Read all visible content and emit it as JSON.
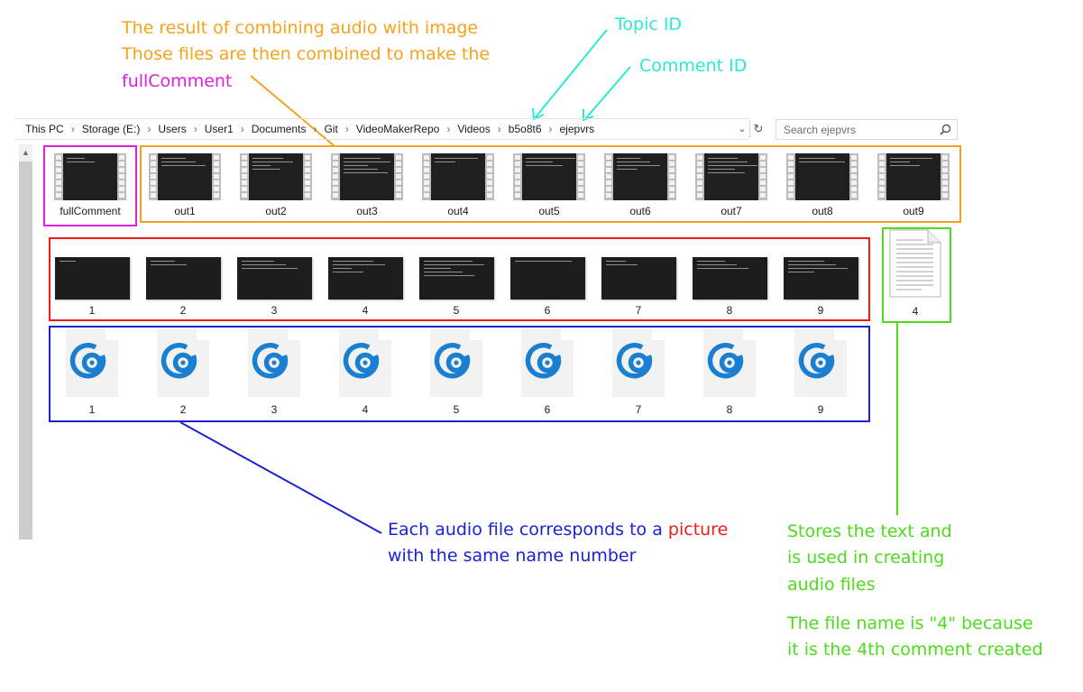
{
  "annotations": {
    "result_line1": "The result of combining audio with image",
    "result_line2": "Those files are then combined to make the",
    "result_line3": "fullComment",
    "topic_id": "Topic ID",
    "comment_id": "Comment ID",
    "audio_note_line1_a": "Each audio file corresponds to a ",
    "audio_note_line1_b": "picture",
    "audio_note_line2": "with the same name number",
    "text_note_line1": "Stores the text and",
    "text_note_line2": "is used in creating",
    "text_note_line3": "audio files",
    "text_note_line4": "The file name is \"4\" because",
    "text_note_line5": "it is the 4th comment created"
  },
  "address_bar": {
    "crumbs": [
      "This PC",
      "Storage (E:)",
      "Users",
      "User1",
      "Documents",
      "Git",
      "VideoMakerRepo",
      "Videos",
      "b5o8t6",
      "ejepvrs"
    ],
    "separator": "›",
    "dropdown_icon": "chevron-down-icon",
    "refresh_icon": "refresh-icon"
  },
  "search": {
    "placeholder": "Search ejepvrs",
    "icon": "search-icon"
  },
  "files": {
    "videos": [
      "fullComment",
      "out1",
      "out2",
      "out3",
      "out4",
      "out5",
      "out6",
      "out7",
      "out8",
      "out9"
    ],
    "images": [
      "1",
      "2",
      "3",
      "4",
      "5",
      "6",
      "7",
      "8",
      "9"
    ],
    "text_file": "4",
    "audio": [
      "1",
      "2",
      "3",
      "4",
      "5",
      "6",
      "7",
      "8",
      "9"
    ]
  },
  "colors": {
    "orange": "#f5a31c",
    "cyan": "#2be8d2",
    "magenta": "#e01edc",
    "blue": "#1b22d6",
    "red": "#ee1c1c",
    "green": "#4ddc1c",
    "audio_icon": "#1a7fd1"
  }
}
